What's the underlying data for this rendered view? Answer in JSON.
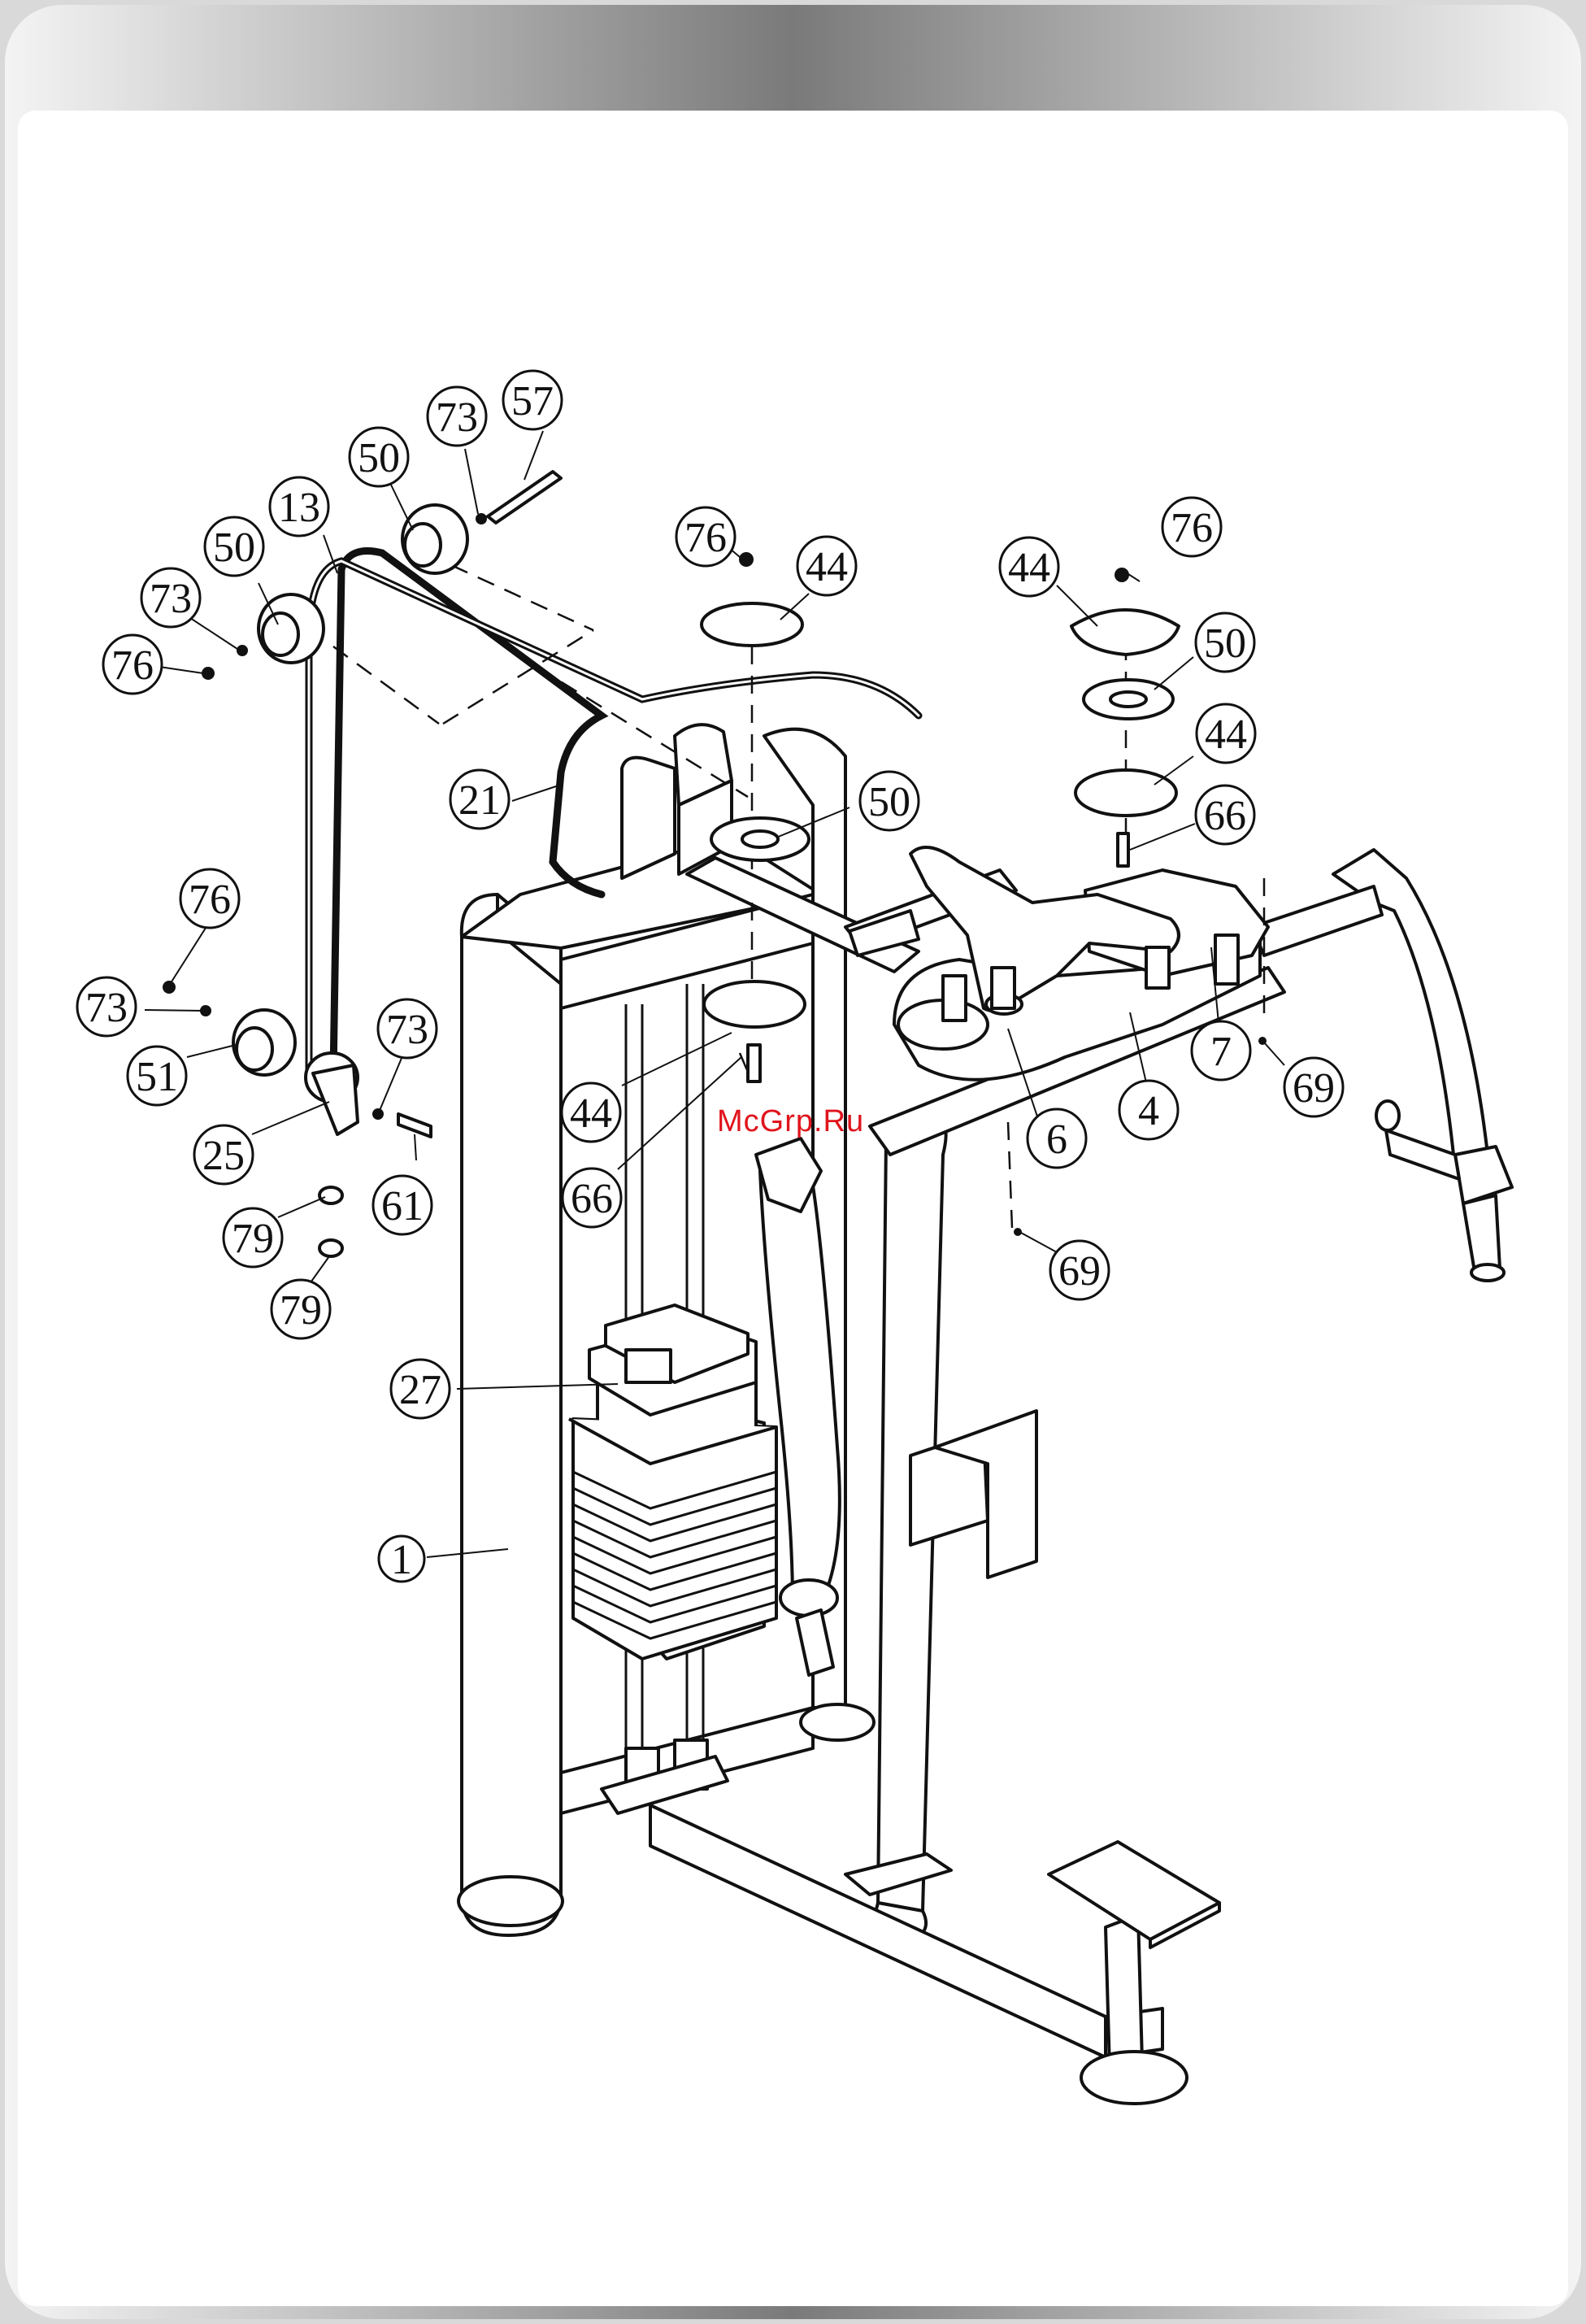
{
  "watermark": "McGrp.Ru",
  "callouts": [
    {
      "id": "57",
      "label": "57"
    },
    {
      "id": "73a",
      "label": "73"
    },
    {
      "id": "50a",
      "label": "50"
    },
    {
      "id": "13",
      "label": "13"
    },
    {
      "id": "50b",
      "label": "50"
    },
    {
      "id": "73b",
      "label": "73"
    },
    {
      "id": "76a",
      "label": "76"
    },
    {
      "id": "76b",
      "label": "76"
    },
    {
      "id": "44a",
      "label": "44"
    },
    {
      "id": "44b",
      "label": "44"
    },
    {
      "id": "76c",
      "label": "76"
    },
    {
      "id": "50c",
      "label": "50"
    },
    {
      "id": "44c",
      "label": "44"
    },
    {
      "id": "66a",
      "label": "66"
    },
    {
      "id": "21",
      "label": "21"
    },
    {
      "id": "50d",
      "label": "50"
    },
    {
      "id": "76d",
      "label": "76"
    },
    {
      "id": "73c",
      "label": "73"
    },
    {
      "id": "73d",
      "label": "73"
    },
    {
      "id": "51",
      "label": "51"
    },
    {
      "id": "7",
      "label": "7"
    },
    {
      "id": "69a",
      "label": "69"
    },
    {
      "id": "44d",
      "label": "44"
    },
    {
      "id": "4",
      "label": "4"
    },
    {
      "id": "25",
      "label": "25"
    },
    {
      "id": "6",
      "label": "6"
    },
    {
      "id": "66b",
      "label": "66"
    },
    {
      "id": "61",
      "label": "61"
    },
    {
      "id": "79a",
      "label": "79"
    },
    {
      "id": "69b",
      "label": "69"
    },
    {
      "id": "79b",
      "label": "79"
    },
    {
      "id": "27",
      "label": "27"
    },
    {
      "id": "1",
      "label": "1"
    }
  ]
}
